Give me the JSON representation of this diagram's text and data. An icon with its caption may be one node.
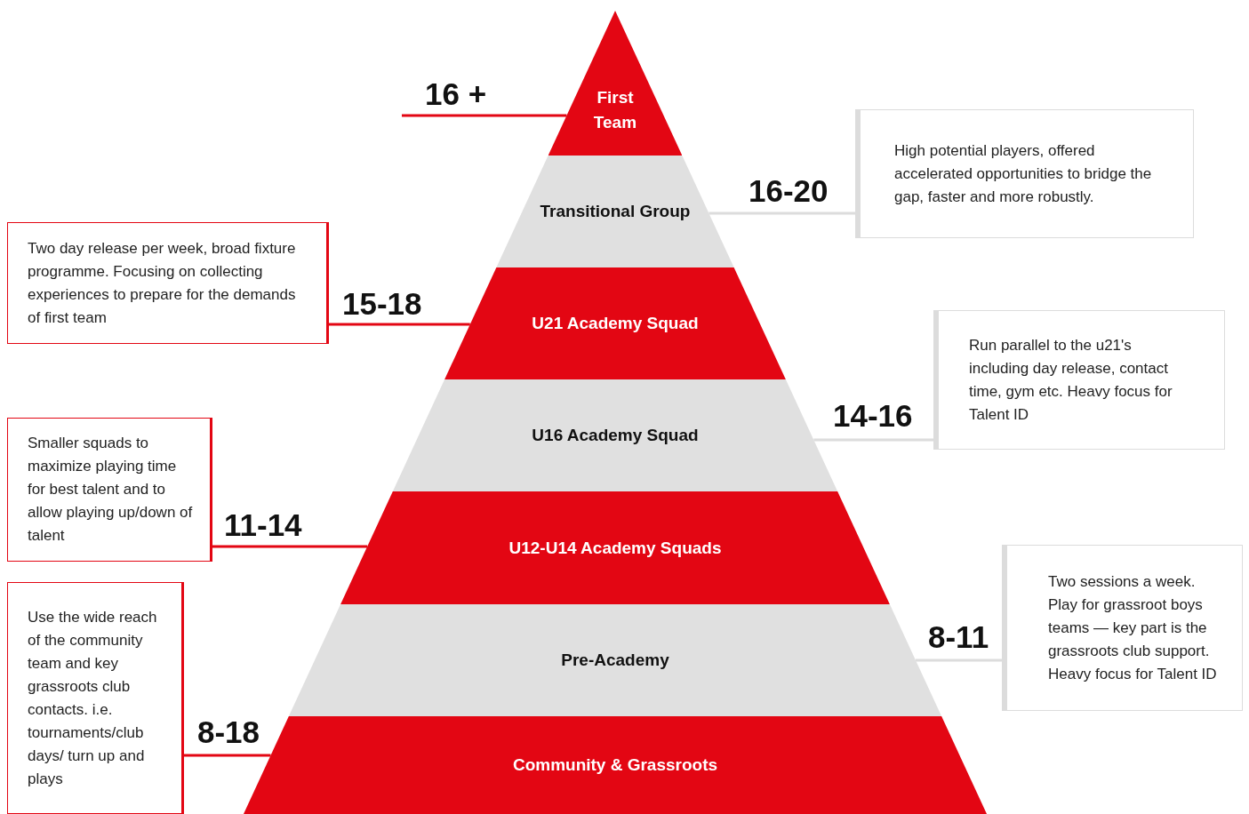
{
  "diagram": {
    "nodes": [
      {
        "text": [
          "First Team"
        ]
      },
      {
        "text": [
          "Transitional Group"
        ]
      },
      {
        "text": [
          "U21 Academy Squad"
        ]
      },
      {
        "text": [
          "U16 Academy Squad"
        ]
      },
      {
        "text": [
          "U12-U14 Academy Squads"
        ]
      },
      {
        "text": [
          "Pre-Academy"
        ]
      },
      {
        "text": [
          "Community & Grassroots"
        ]
      },
      {
        "text": [
          "High potential players, offered accelerated opportunities to bridge the gap, faster and more robustly."
        ]
      },
      {
        "text": [
          "Two day release per week, broad fixture programme. Focusing on collecting experiences to prepare for the demands of first team"
        ]
      },
      {
        "text": [
          "Run parallel to the u21's including day release, contact time, gym etc. Heavy focus for Talent ID"
        ]
      },
      {
        "text": [
          "Smaller squads to maximize playing time for best talent and to allow playing up/down of talent"
        ]
      },
      {
        "text": [
          "Two sessions a week. Play for grassroot boys teams — key part is the grassroots club support. Heavy focus for Talent ID"
        ]
      },
      {
        "text": [
          "Use the wide reach of the community team and key grassroots club contacts. i.e. tournaments/club days/ turn up and plays"
        ]
      }
    ],
    "edges": [
      {
        "from": null,
        "to": 0,
        "arrow": "none",
        "label": "16 +"
      },
      {
        "from": 7,
        "to": 1,
        "arrow": "none",
        "label": "16-20",
        "color": "#dcdcdc"
      },
      {
        "from": 8,
        "to": 2,
        "arrow": "none",
        "label": "15-18"
      },
      {
        "from": 9,
        "to": 3,
        "arrow": "none",
        "label": "14-16",
        "color": "#dcdcdc"
      },
      {
        "from": 10,
        "to": 4,
        "arrow": "none",
        "label": "11-14"
      },
      {
        "from": 11,
        "to": 5,
        "arrow": "none",
        "label": "8-11",
        "color": "#dcdcdc"
      },
      {
        "from": 12,
        "to": 6,
        "arrow": "none",
        "label": "8-18"
      }
    ]
  }
}
